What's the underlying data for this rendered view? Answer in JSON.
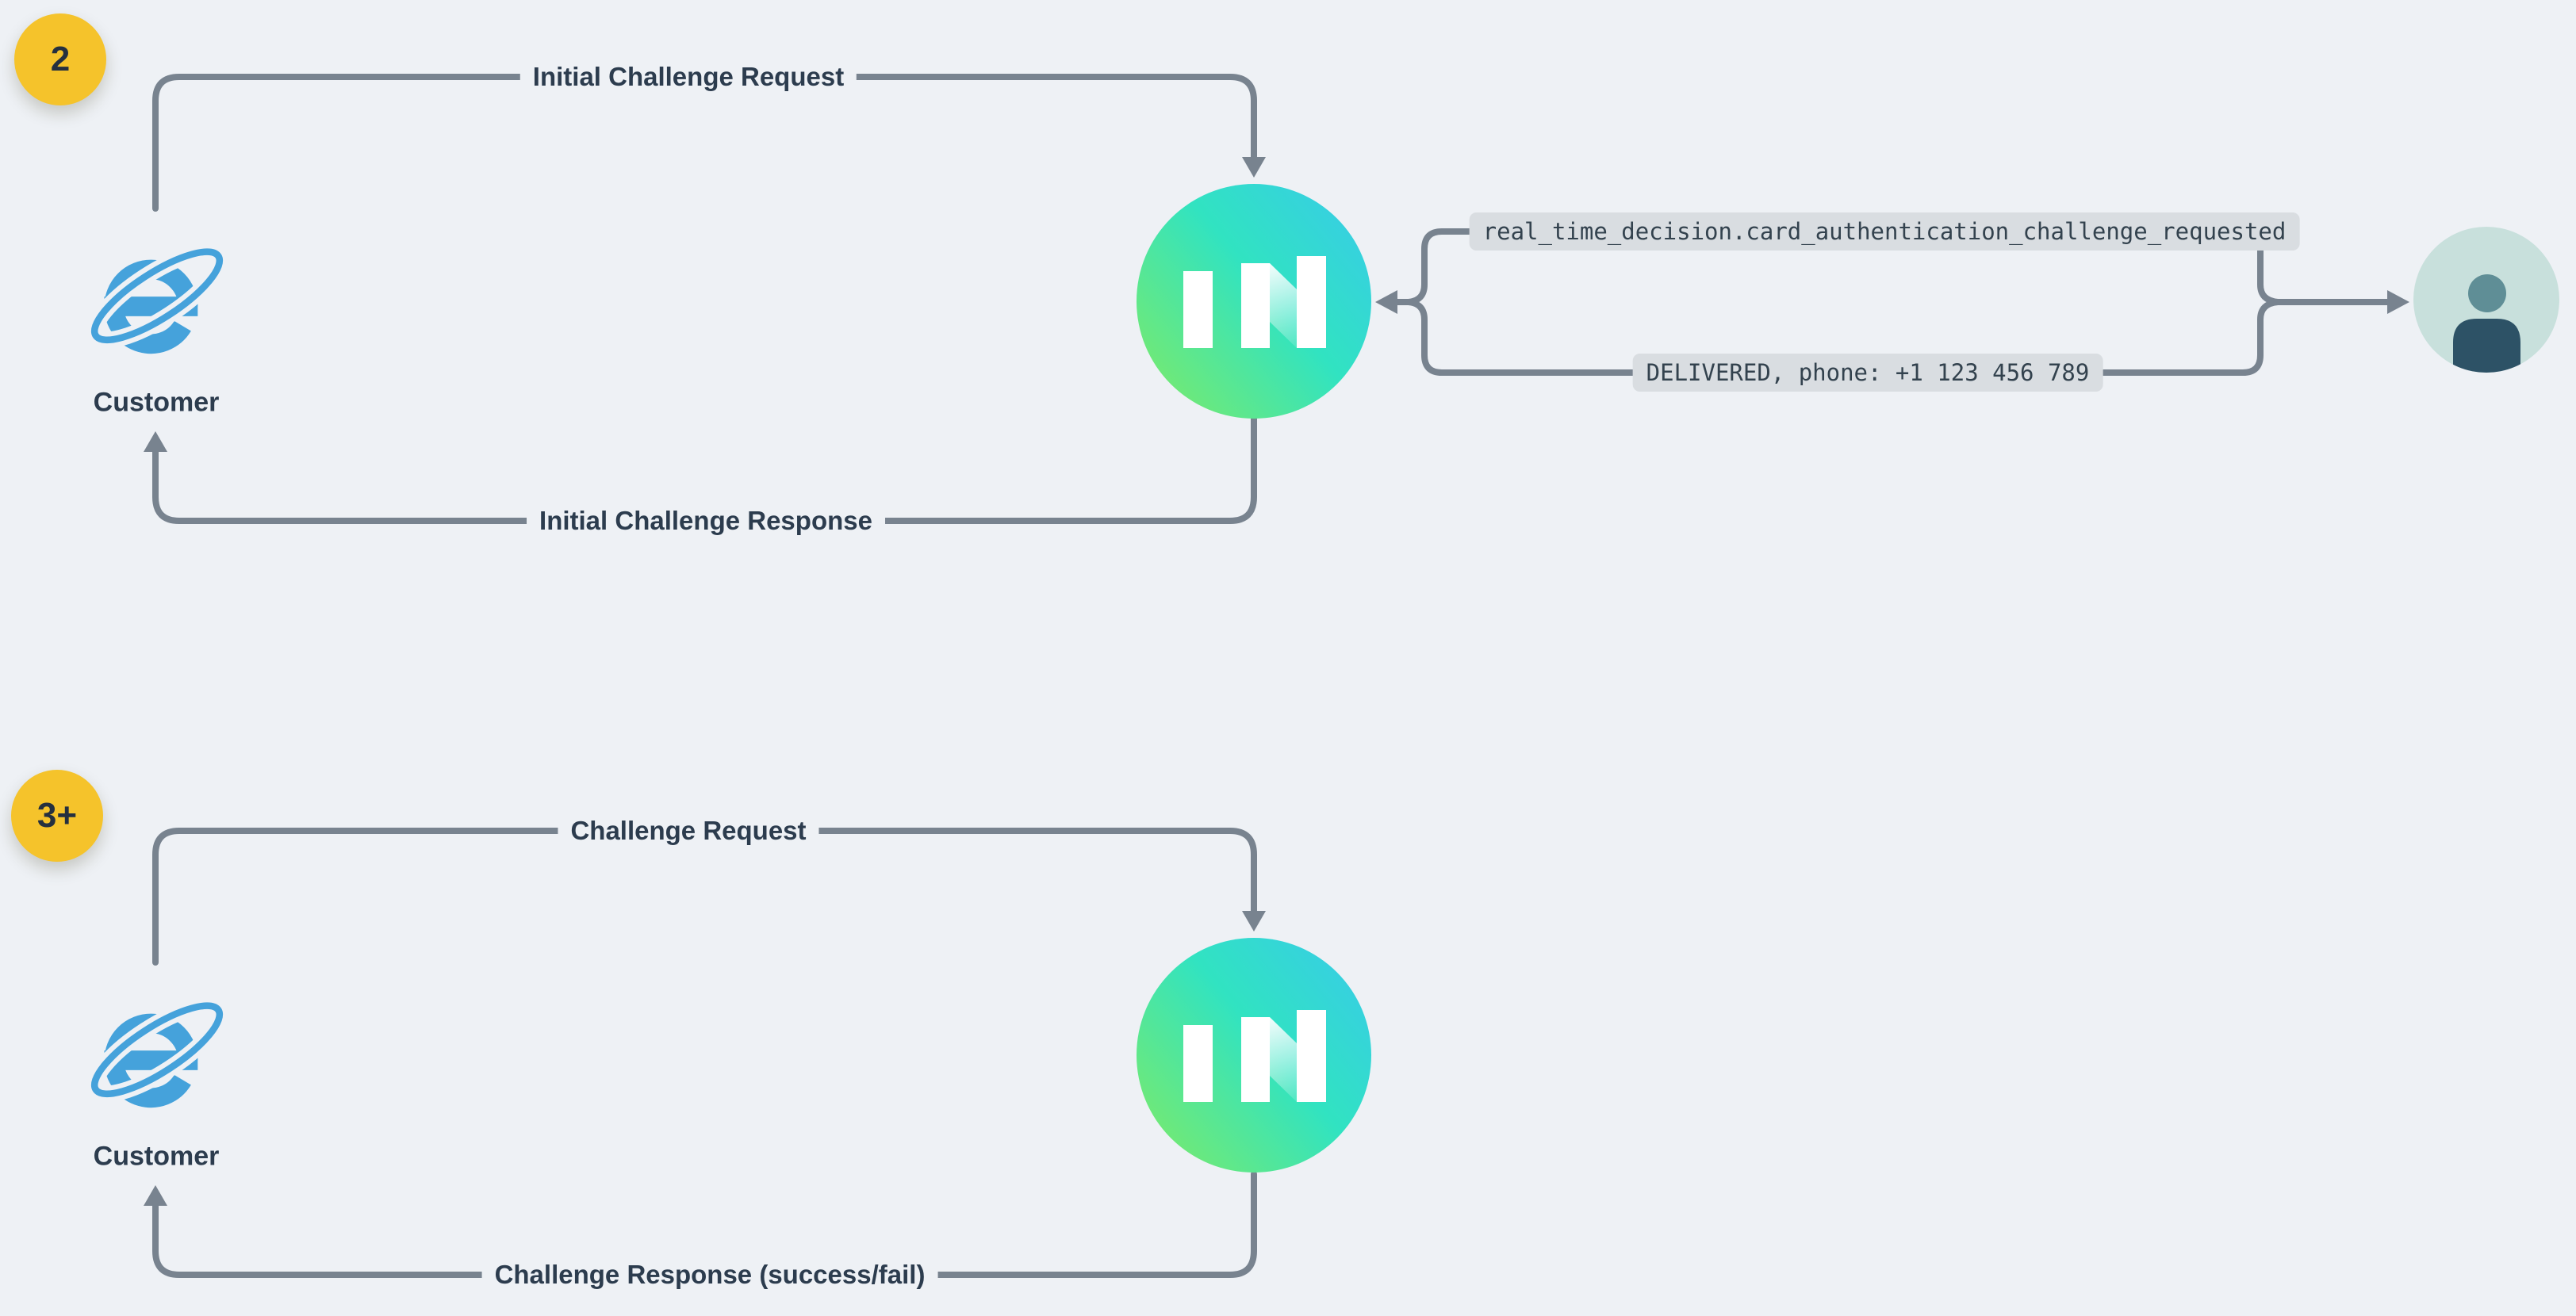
{
  "colors": {
    "background": "#EEF1F5",
    "wire": "#78838F",
    "step_badge": "#F5C32B",
    "step_badge_text": "#25303F",
    "label_text": "#2C3C4E",
    "code_badge_bg": "#D9DDE1",
    "ie_blue": "#45A2DB",
    "increase_gradient": [
      "#82EB62",
      "#31E3C1",
      "#38CAEB"
    ],
    "person_bg": "#C8E0DC",
    "person_head": "#5F8E96",
    "person_body": "#2D5266"
  },
  "icons": {
    "customer": "internet-explorer-icon",
    "platform": "increase-logo-icon",
    "recipient": "person-icon"
  },
  "diagrams": [
    {
      "step": "2",
      "customer": "Customer",
      "request": "Initial Challenge Request",
      "response": "Initial Challenge Response",
      "events": {
        "webhook": "real_time_decision.card_authentication_challenge_requested",
        "delivery": "DELIVERED, phone: +1 123 456 789"
      }
    },
    {
      "step": "3+",
      "customer": "Customer",
      "request": "Challenge Request",
      "response": "Challenge Response (success/fail)"
    }
  ]
}
